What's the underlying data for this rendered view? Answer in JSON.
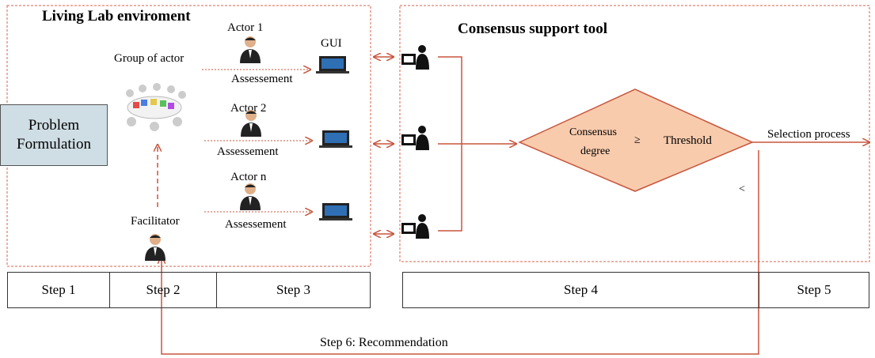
{
  "living_lab": {
    "title": "Living Lab enviroment"
  },
  "consensus_tool": {
    "title": "Consensus support tool"
  },
  "problem_box": {
    "line1": "Problem",
    "line2": "Formulation"
  },
  "group_label": "Group of actor",
  "facilitator_label": "Facilitator",
  "gui_label": "GUI",
  "actors": [
    {
      "label": "Actor 1",
      "flow_label": "Assessement"
    },
    {
      "label": "Actor 2",
      "flow_label": "Assessement"
    },
    {
      "label": "Actor n",
      "flow_label": "Assessement"
    }
  ],
  "decision": {
    "left_line1": "Consensus",
    "left_line2": "degree",
    "operator": "≥",
    "right": "Threshold",
    "less_than": "<"
  },
  "selection_label": "Selection process",
  "recommendation_label": "Step 6: Recommendation",
  "steps": [
    "Step 1",
    "Step 2",
    "Step 3",
    "Step 4",
    "Step 5"
  ],
  "colors": {
    "arrow": "#c8553d",
    "diamond_fill": "#f8cbad",
    "dashed_border": "#d9634a",
    "problem_fill": "#cfdde4"
  }
}
